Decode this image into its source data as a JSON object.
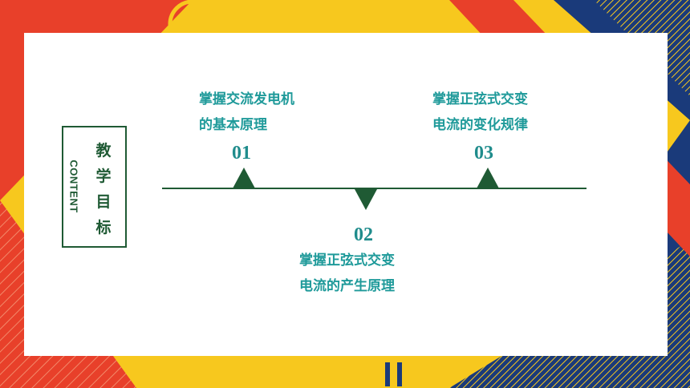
{
  "title": {
    "english": "CONTENT",
    "chinese": [
      "教",
      "学",
      "目",
      "标"
    ]
  },
  "items": [
    {
      "number": "01",
      "lines": [
        "掌握交流发电机",
        "的基本原理"
      ]
    },
    {
      "number": "02",
      "lines": [
        "掌握正弦式交变",
        "电流的产生原理"
      ]
    },
    {
      "number": "03",
      "lines": [
        "掌握正弦式交变",
        "电流的变化规律"
      ]
    }
  ],
  "colors": {
    "primary_green": "#1f5a34",
    "teal_text": "#1f9a9a",
    "teal_number": "#1f8c8c",
    "yellow": "#f7c81e",
    "red": "#e8402a",
    "navy": "#1a3a7a"
  }
}
